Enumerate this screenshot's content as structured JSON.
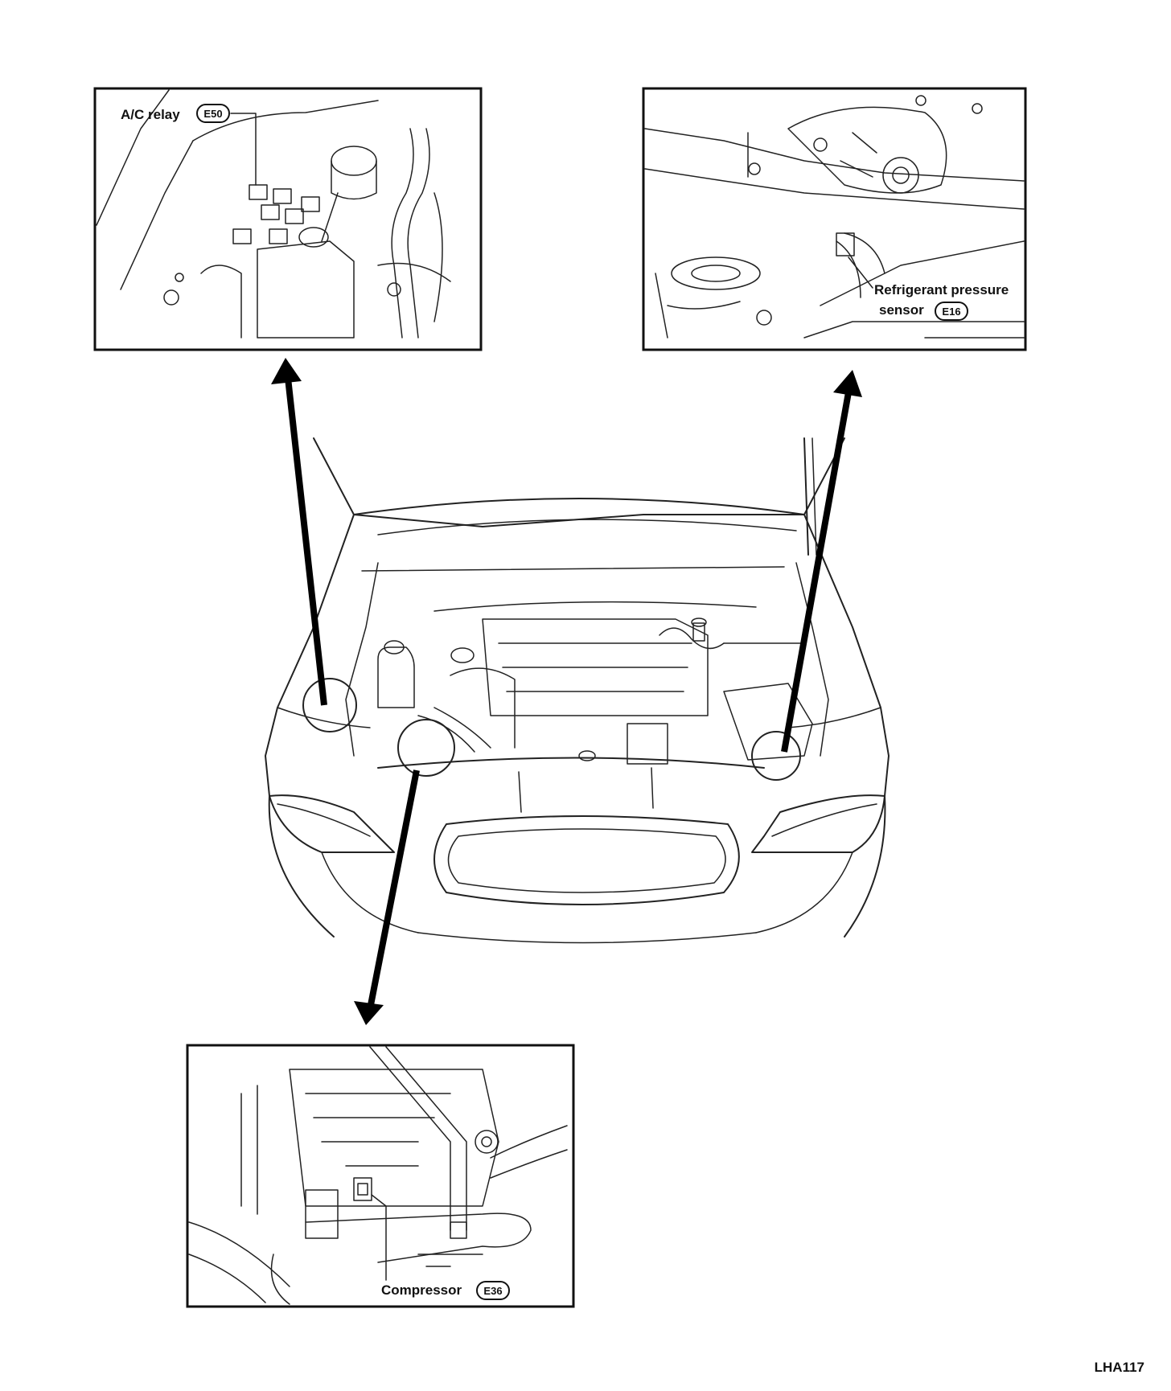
{
  "figure_id": "LHA117",
  "callouts": {
    "ac_relay": {
      "label": "A/C relay",
      "connector": "E50"
    },
    "refrigerant_sensor": {
      "label_line1": "Refrigerant pressure",
      "label_line2": "sensor",
      "connector": "E16"
    },
    "compressor": {
      "label": "Compressor",
      "connector": "E36"
    }
  }
}
